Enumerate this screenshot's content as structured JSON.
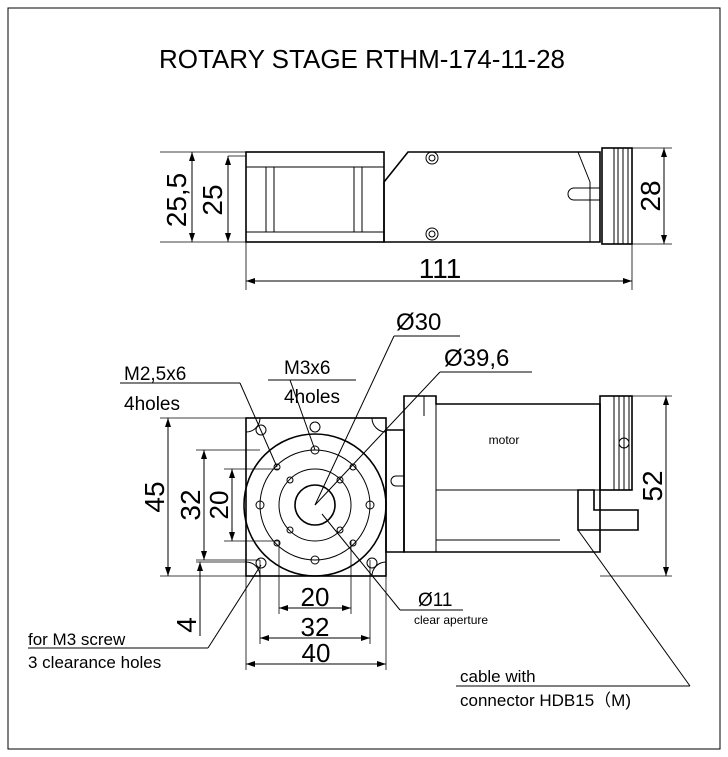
{
  "title": "ROTARY STAGE RTHM-174-11-28",
  "side_view": {
    "dim_height_outer": "25,5",
    "dim_height_inner": "25",
    "dim_length": "111",
    "dim_knob": "28"
  },
  "front_view": {
    "dim_d30": "Ø30",
    "dim_d39_6": "Ø39,6",
    "label_m25": "M2,5x6",
    "label_m25_holes": "4holes",
    "label_m3": "M3x6",
    "label_m3_holes": "4holes",
    "motor_label": "motor",
    "dim_45": "45",
    "dim_32_v": "32",
    "dim_20_v": "20",
    "dim_52": "52",
    "dim_4": "4",
    "dim_20_h": "20",
    "dim_32_h": "32",
    "dim_40": "40",
    "dim_d11": "Ø11",
    "aperture_note": "clear aperture",
    "screw_note_1": "for M3 screw",
    "screw_note_2": "3 clearance holes",
    "cable_note_1": "cable with",
    "cable_note_2": "connector HDB15（M)"
  }
}
